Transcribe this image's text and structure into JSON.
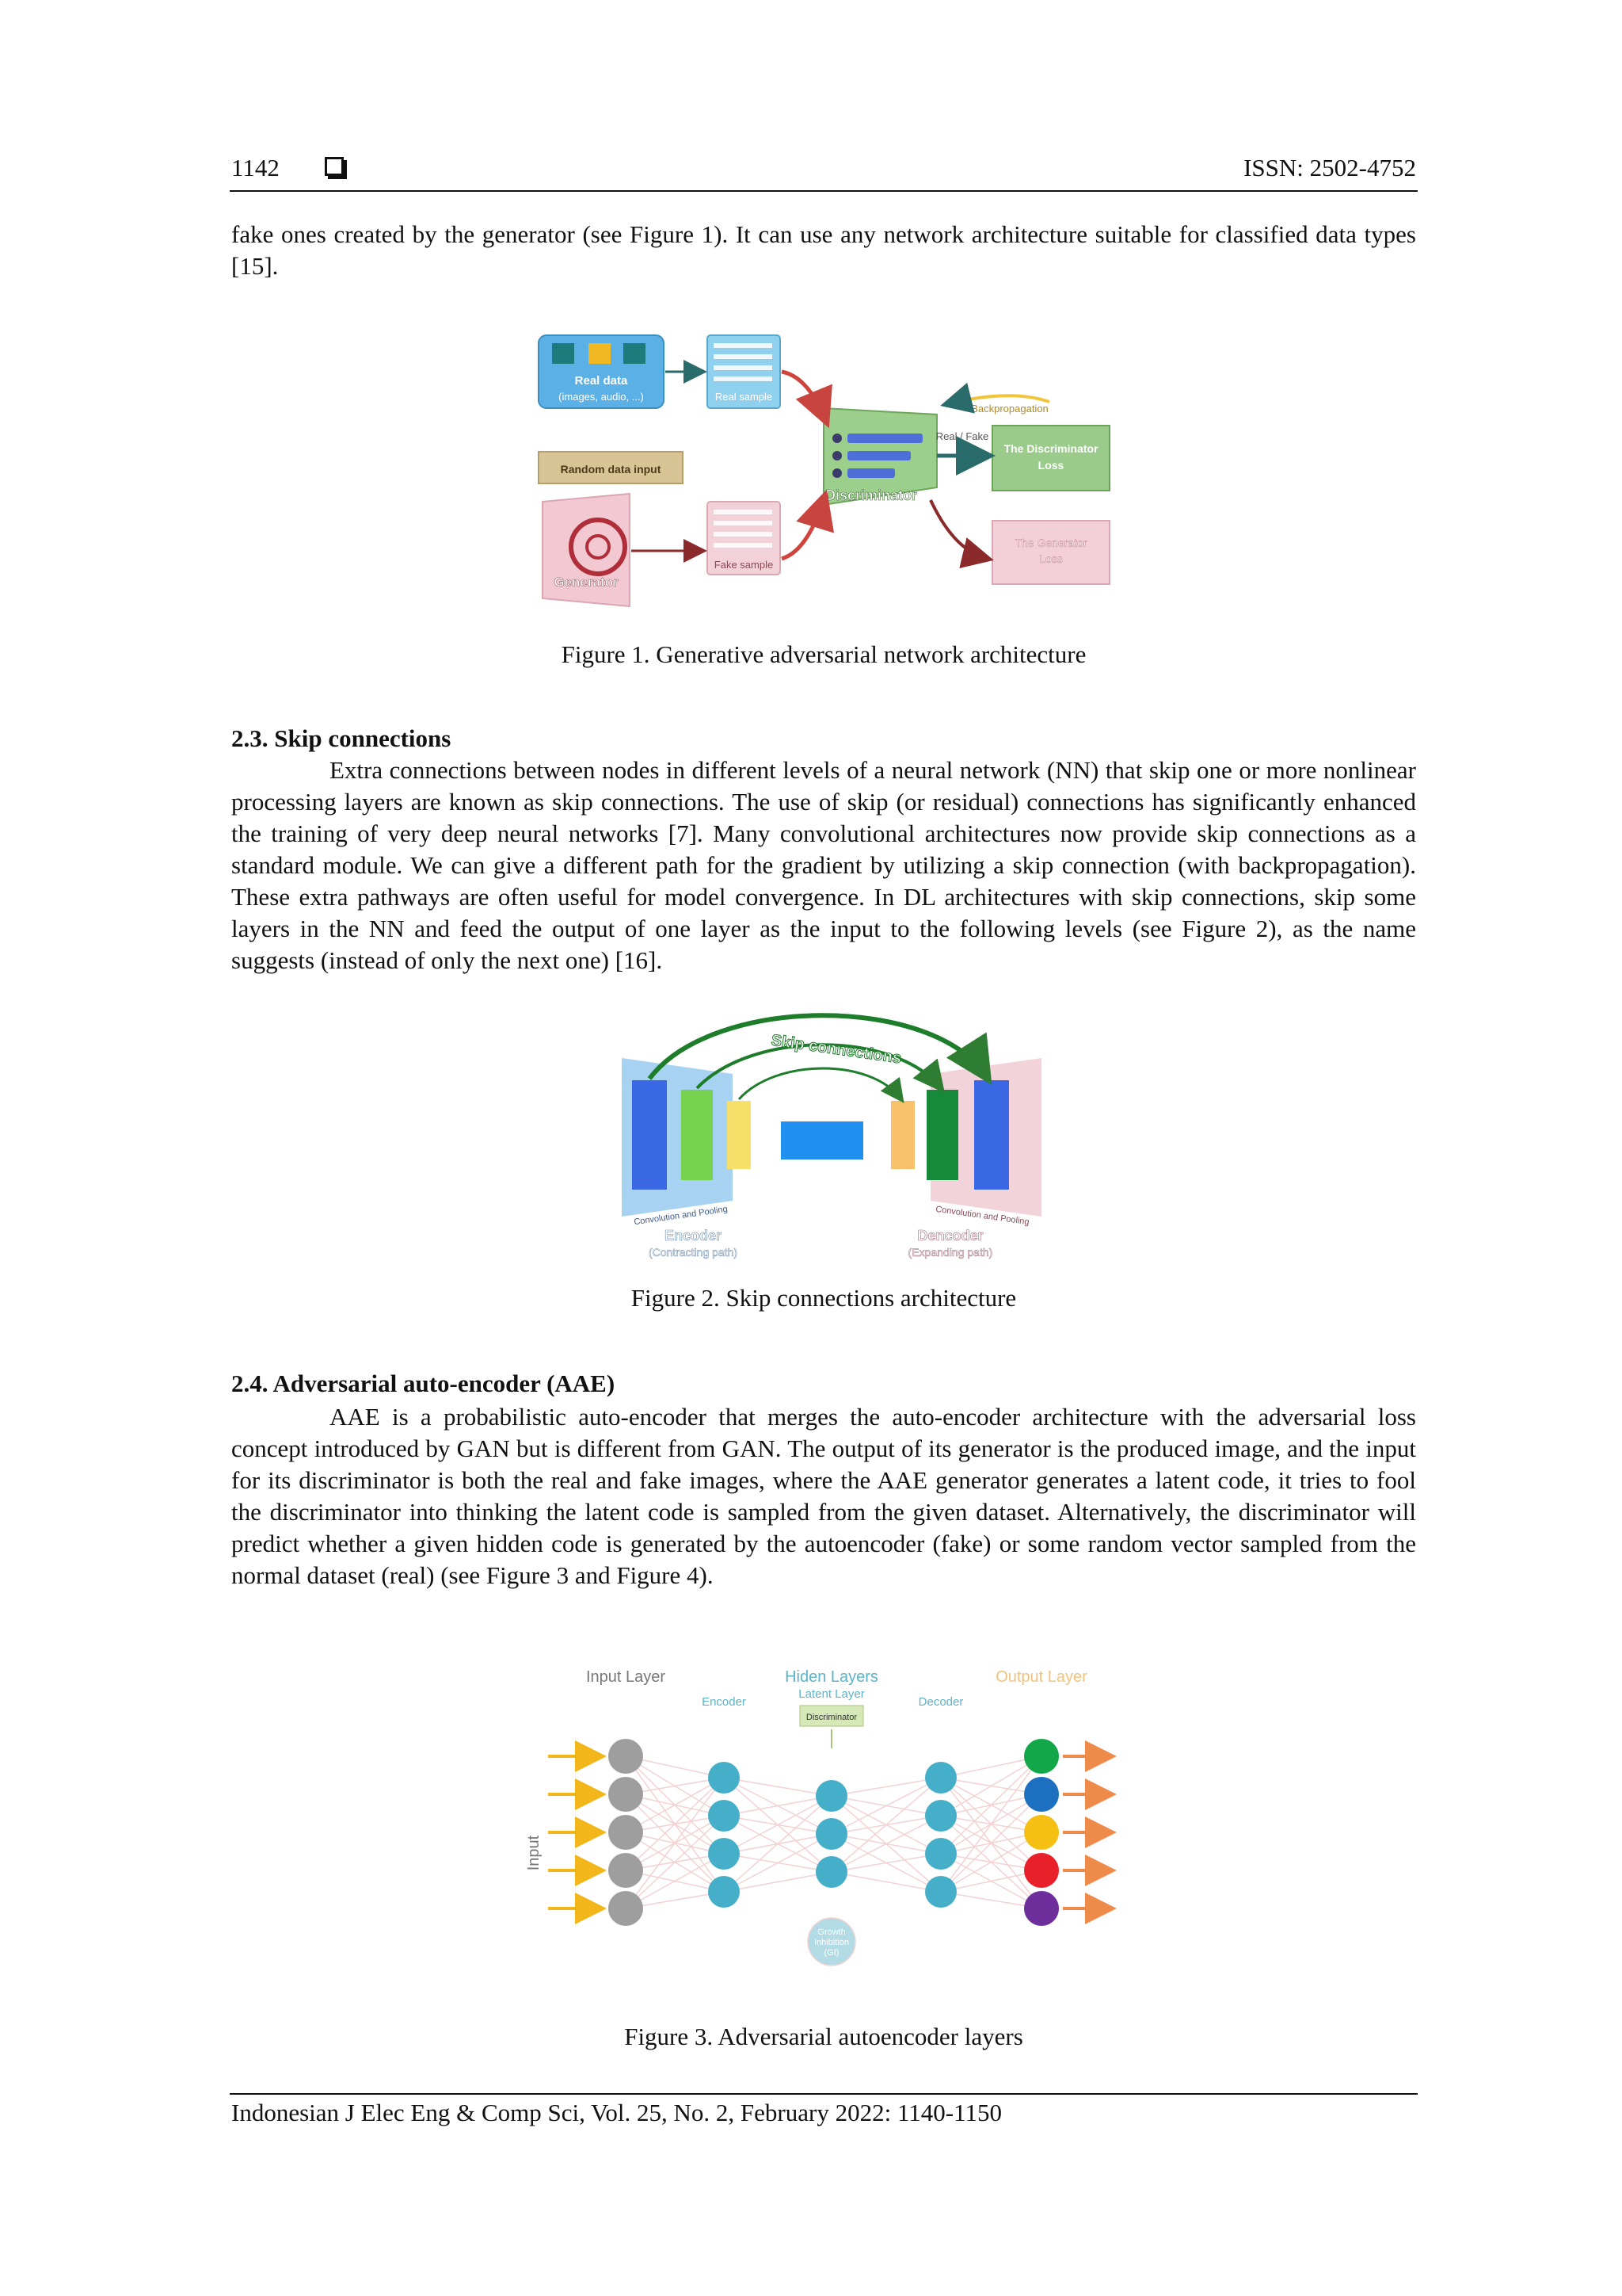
{
  "header": {
    "page_number": "1142",
    "issn": "ISSN: 2502-4752"
  },
  "intro_paragraph": "fake ones created by the generator (see Figure 1). It can use any network architecture suitable for classified data types [15].",
  "figure1": {
    "caption": "Figure 1. Generative adversarial network architecture",
    "labels": {
      "real_data": "Real data",
      "real_data_sub": "(images, audio, ...)",
      "real_sample": "Real sample",
      "random_input": "Random data input",
      "generator": "Generator",
      "fake_sample": "Fake sample",
      "discriminator": "Discriminator",
      "backpropagation": "Backpropagation",
      "real_fake": "Real / Fake",
      "disc_loss_1": "The Discriminator",
      "disc_loss_2": "Loss",
      "gen_loss_1": "The Generator",
      "gen_loss_2": "Loss"
    }
  },
  "section_2_3": {
    "heading": "2.3.  Skip connections",
    "paragraph": "Extra connections between nodes in different levels of a neural network (NN) that skip one or more nonlinear processing layers are known as skip connections. The use of skip (or residual) connections has significantly enhanced the training of very deep neural networks [7]. Many convolutional architectures now provide skip connections as a standard module. We can give a different path for the gradient by utilizing a skip connection (with backpropagation). These extra pathways are often useful for model convergence. In DL architectures with skip connections, skip some layers in the NN and feed the output of one layer as the input to the following levels (see Figure 2), as the name suggests (instead of only the next one) [16]."
  },
  "figure2": {
    "caption": "Figure 2. Skip connections architecture",
    "labels": {
      "skip": "Skip connections",
      "conv_left": "Convolution and Pooling",
      "conv_right": "Convolution and Pooling",
      "encoder": "Encoder",
      "encoder_sub": "(Contracting path)",
      "decoder": "Dencoder",
      "decoder_sub": "(Expanding path)"
    }
  },
  "section_2_4": {
    "heading": "2.4.  Adversarial auto-encoder (AAE)",
    "paragraph": "AAE is a probabilistic auto-encoder that merges the auto-encoder architecture with the adversarial loss concept introduced by GAN but is different from GAN. The output of its generator is the produced image, and the input for its discriminator is both the real and fake images, where the AAE generator generates a latent code, it tries to fool the discriminator into thinking the latent code is sampled from the given dataset. Alternatively, the discriminator will predict whether a given hidden code is generated by the autoencoder (fake) or some random vector sampled from the normal dataset (real) (see Figure 3 and Figure 4)."
  },
  "figure3": {
    "caption": "Figure 3. Adversarial autoencoder layers",
    "labels": {
      "input_layer": "Input Layer",
      "hidden_layers": "Hiden Layers",
      "latent_layer": "Latent Layer",
      "output_layer": "Output Layer",
      "encoder": "Encoder",
      "decoder": "Decoder",
      "discriminator": "Discriminator",
      "input": "Input",
      "gi_1": "Growth",
      "gi_2": "Inhibition",
      "gi_3": "(GI)"
    },
    "colors": {
      "input_node": "#9e9e9e",
      "hidden_node": "#45aec8",
      "output_nodes": [
        "#12a84a",
        "#1d6fc0",
        "#f6bf13",
        "#e8202a",
        "#6e2e9c"
      ]
    }
  },
  "footer": {
    "citation": "Indonesian J Elec Eng & Comp Sci, Vol. 25, No. 2, February 2022: 1140-1150"
  }
}
